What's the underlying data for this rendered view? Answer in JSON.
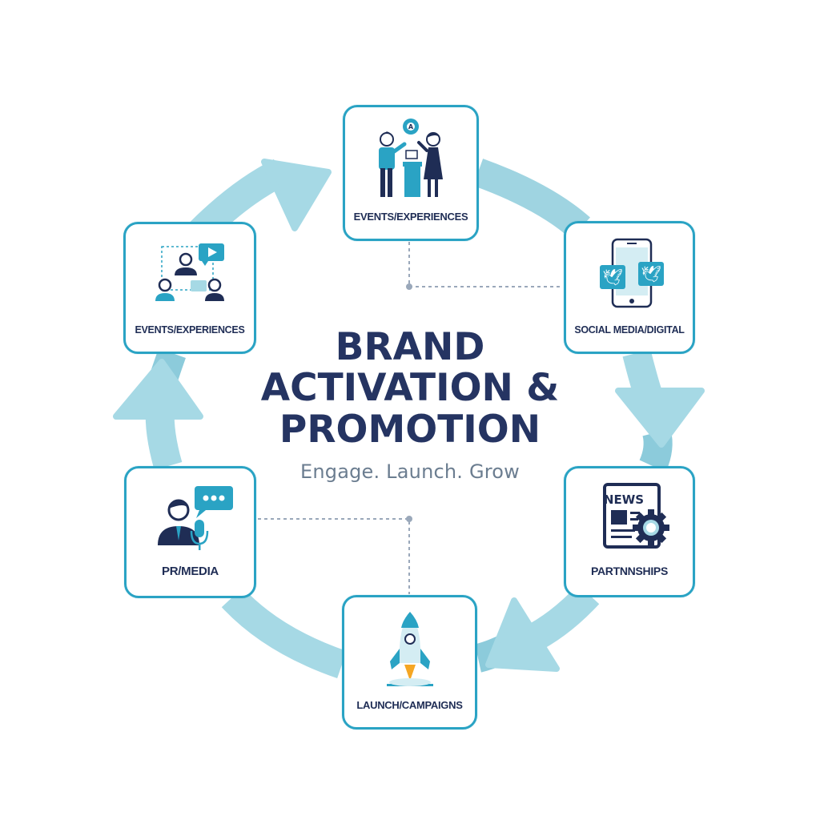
{
  "title": {
    "line1": "BRAND",
    "line2": "ACTIVATION &",
    "line3": "PROMOTION"
  },
  "subtitle": "Engage. Launch. Grow",
  "colors": {
    "node_border": "#2aa3c4",
    "arrow": "#a6d9e5",
    "arrow_dark": "#8ccbdb",
    "title": "#253462",
    "subtitle": "#6b7d90",
    "icon_navy": "#1f2d55",
    "icon_teal": "#2aa3c4",
    "connector": "#9aa8ba"
  },
  "nodes": [
    {
      "id": "top",
      "label": "EVENTS/EXPERIENCES",
      "icon": "people-podium-icon"
    },
    {
      "id": "left-top",
      "label": "EVENTS/EXPERIENCES",
      "icon": "video-conference-people-icon"
    },
    {
      "id": "right-top",
      "label": "SOCIAL MEDIA/DIGITAL",
      "icon": "smartphone-twitter-icon"
    },
    {
      "id": "right-bottom",
      "label": "PARTNNSHIPS",
      "icon": "news-gear-icon"
    },
    {
      "id": "bottom",
      "label": "LAUNCH/CAMPAIGNS",
      "icon": "rocket-icon"
    },
    {
      "id": "left-bottom",
      "label": "PR/MEDIA",
      "icon": "speaker-microphone-icon"
    }
  ],
  "icon_text": {
    "news": "NEWS"
  }
}
